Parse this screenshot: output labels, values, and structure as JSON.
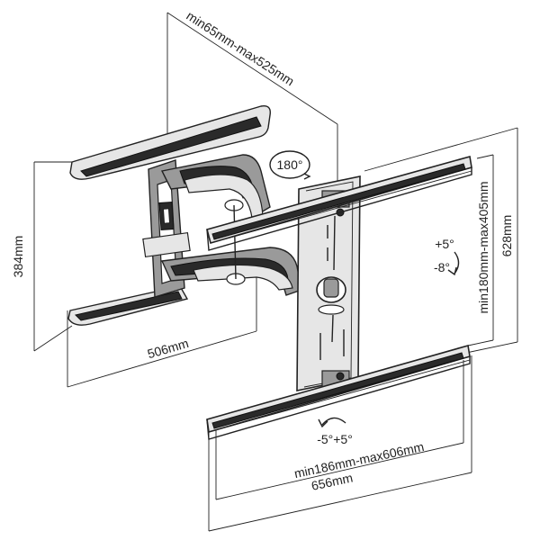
{
  "labels": {
    "depth": "min65mm-max525mm",
    "swivel": "180°",
    "wall_height": "384mm",
    "wall_width": "506mm",
    "tilt_up": "+5°",
    "tilt_down": "-8°",
    "vesa_vertical": "min180mm-max405mm",
    "bracket_height": "628mm",
    "rotation": "-5°+5°",
    "vesa_horizontal": "min186mm-max606mm",
    "bracket_width": "656mm"
  }
}
